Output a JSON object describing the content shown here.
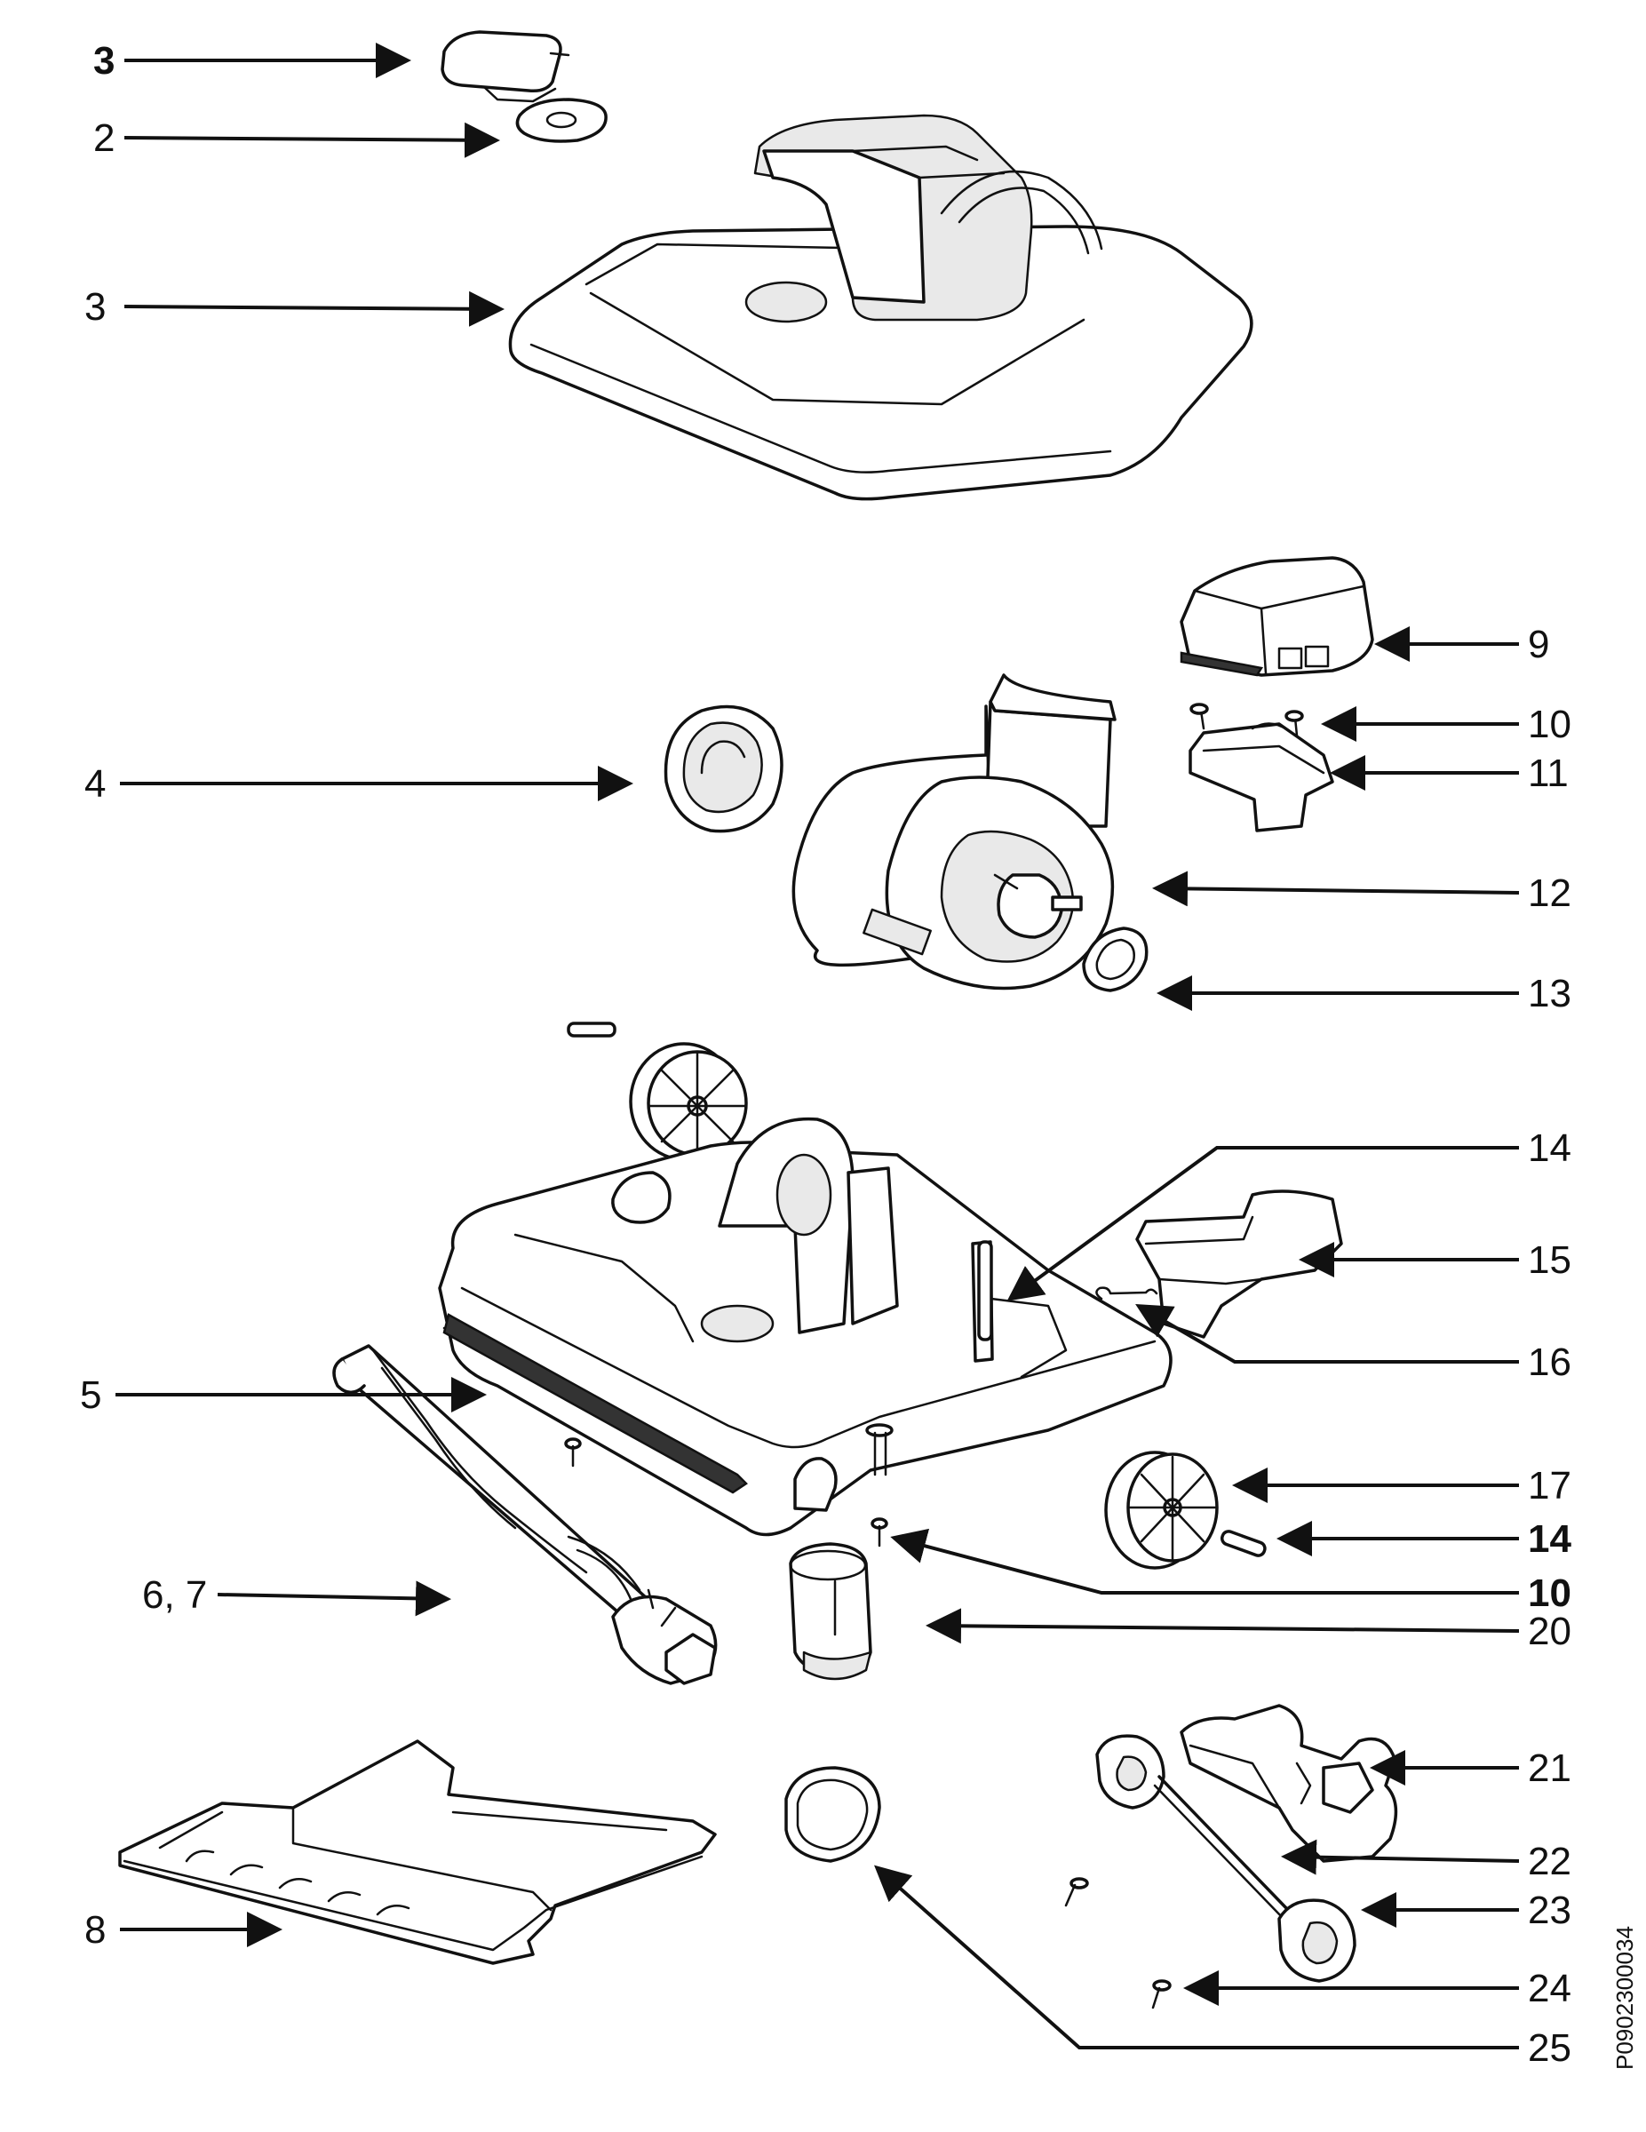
{
  "callouts": [
    {
      "id": "c3a",
      "label": "3",
      "bold": true
    },
    {
      "id": "c2",
      "label": "2",
      "bold": false
    },
    {
      "id": "c3b",
      "label": "3",
      "bold": false
    },
    {
      "id": "c9",
      "label": "9",
      "bold": false
    },
    {
      "id": "c10a",
      "label": "10",
      "bold": false
    },
    {
      "id": "c11",
      "label": "11",
      "bold": false
    },
    {
      "id": "c4",
      "label": "4",
      "bold": false
    },
    {
      "id": "c12",
      "label": "12",
      "bold": false
    },
    {
      "id": "c13",
      "label": "13",
      "bold": false
    },
    {
      "id": "c14a",
      "label": "14",
      "bold": false
    },
    {
      "id": "c15",
      "label": "15",
      "bold": false
    },
    {
      "id": "c16",
      "label": "16",
      "bold": false
    },
    {
      "id": "c5",
      "label": "5",
      "bold": false
    },
    {
      "id": "c17",
      "label": "17",
      "bold": false
    },
    {
      "id": "c14b",
      "label": "14",
      "bold": true
    },
    {
      "id": "c10b",
      "label": "10",
      "bold": true
    },
    {
      "id": "c67",
      "label": "6, 7",
      "bold": false
    },
    {
      "id": "c20",
      "label": "20",
      "bold": false
    },
    {
      "id": "c21",
      "label": "21",
      "bold": false
    },
    {
      "id": "c22",
      "label": "22",
      "bold": false
    },
    {
      "id": "c23",
      "label": "23",
      "bold": false
    },
    {
      "id": "c8",
      "label": "8",
      "bold": false
    },
    {
      "id": "c24",
      "label": "24",
      "bold": false
    },
    {
      "id": "c25",
      "label": "25",
      "bold": false
    }
  ],
  "document_id": "P0902300034"
}
